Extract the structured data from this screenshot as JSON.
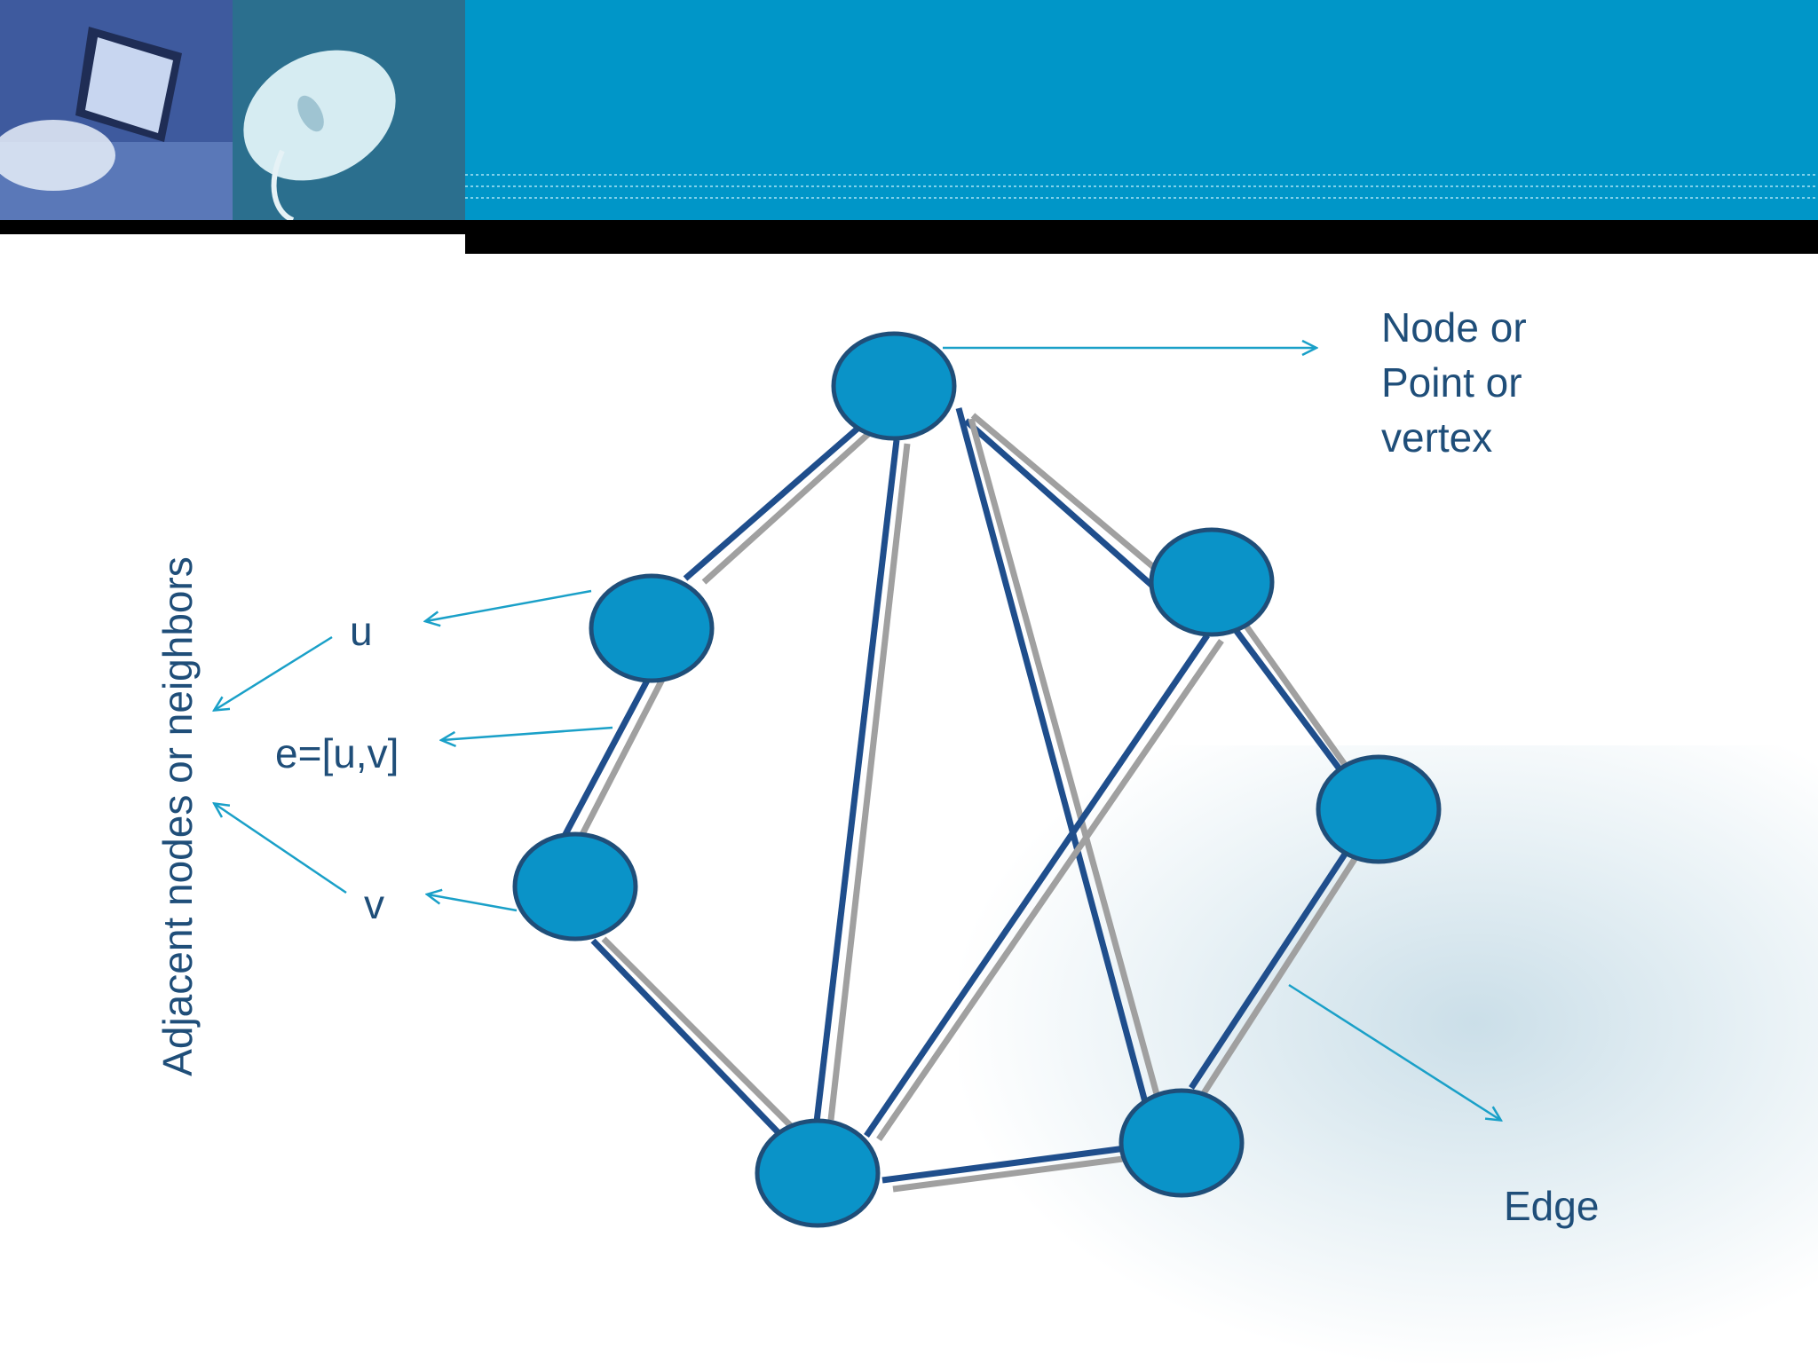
{
  "slide": {
    "header": {
      "photo_left": "laptop-photo",
      "photo_right": "mouse-photo",
      "banner_color": "#0096c8",
      "bar_color": "#000000"
    },
    "colors": {
      "node_fill": "#0a93c8",
      "node_stroke": "#1f4e79",
      "edge_main": "#1f4e8c",
      "edge_shadow": "#a0a0a0",
      "arrow": "#1aa0c8",
      "text": "#1f4e79"
    }
  },
  "labels": {
    "node": [
      "Node or",
      "Point or",
      "vertex"
    ],
    "u": "u",
    "edge_notation": "e=[u,v]",
    "v": "v",
    "adjacent": "Adjacent nodes or neighbors",
    "edge": "Edge"
  },
  "graph": {
    "nodes": [
      "top",
      "u",
      "v",
      "right-upper",
      "right-lower",
      "bottom-left",
      "bottom-right"
    ],
    "edges": [
      [
        "top",
        "u"
      ],
      [
        "top",
        "bottom-left"
      ],
      [
        "top",
        "right-upper"
      ],
      [
        "top",
        "bottom-right"
      ],
      [
        "u",
        "v"
      ],
      [
        "v",
        "bottom-left"
      ],
      [
        "right-upper",
        "bottom-left"
      ],
      [
        "right-upper",
        "right-lower"
      ],
      [
        "right-lower",
        "bottom-right"
      ],
      [
        "bottom-left",
        "bottom-right"
      ]
    ]
  }
}
